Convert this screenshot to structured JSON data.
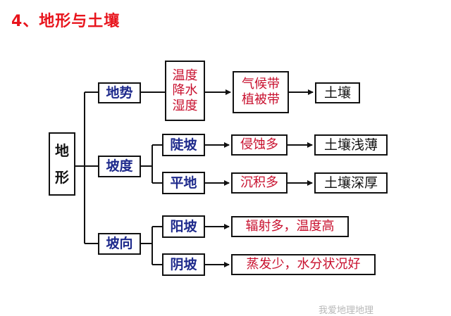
{
  "title": "4、地形与土壤",
  "root": {
    "chars": [
      "地",
      "形"
    ]
  },
  "branches": [
    {
      "label": "地势"
    },
    {
      "label": "坡度"
    },
    {
      "label": "坡向"
    }
  ],
  "terrain_factor": {
    "lines": [
      "温度",
      "降水",
      "湿度"
    ]
  },
  "climate_vegetation": {
    "lines": [
      "气候带",
      "植被带"
    ]
  },
  "soil": "土壤",
  "slope": {
    "steep": {
      "label": "陡坡",
      "effect": "侵蚀多",
      "result": "土壤浅薄"
    },
    "flat": {
      "label": "平地",
      "effect": "沉积多",
      "result": "土壤深厚"
    }
  },
  "aspect": {
    "sunny": {
      "label": "阳坡",
      "effect": "辐射多，温度高"
    },
    "shady": {
      "label": "阴坡",
      "effect": "蒸发少，水分状况好"
    }
  },
  "watermark": "我爱地理地理"
}
